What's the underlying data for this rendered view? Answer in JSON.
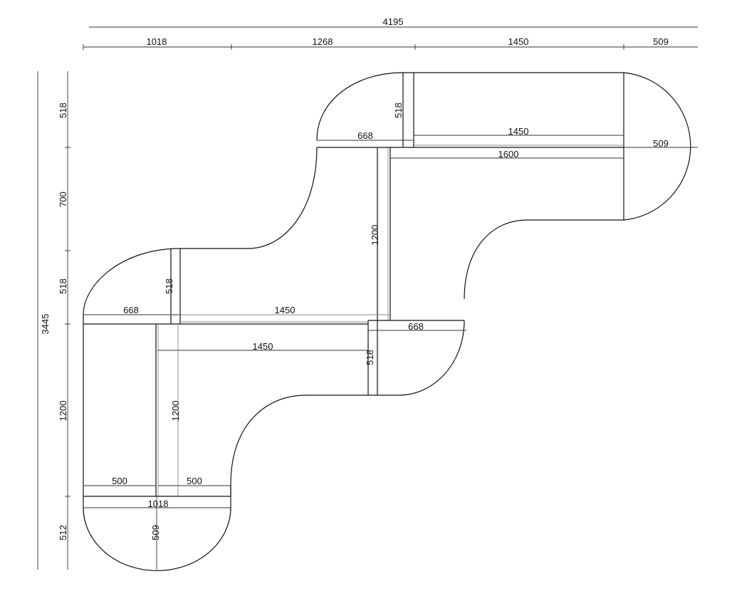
{
  "overall": {
    "width": "4195",
    "height": "3445"
  },
  "top_dims": [
    "1018",
    "1268",
    "1450",
    "509"
  ],
  "left_dims": [
    "518",
    "700",
    "518",
    "1200",
    "512"
  ],
  "inner_dims": {
    "top_strip_518": "518",
    "top_668": "668",
    "top_1450": "1450",
    "top_509": "509",
    "top_1600": "1600",
    "mid_vertical_1200": "1200",
    "mid_strip_518": "518",
    "mid_668": "668",
    "mid_1450_upper": "1450",
    "mid_1450_lower": "1450",
    "right_668": "668",
    "right_strip_518": "518",
    "left_vertical_1200": "1200",
    "bottom_500_left": "500",
    "bottom_500_right": "500",
    "bottom_1018": "1018",
    "bottom_509": "509"
  }
}
